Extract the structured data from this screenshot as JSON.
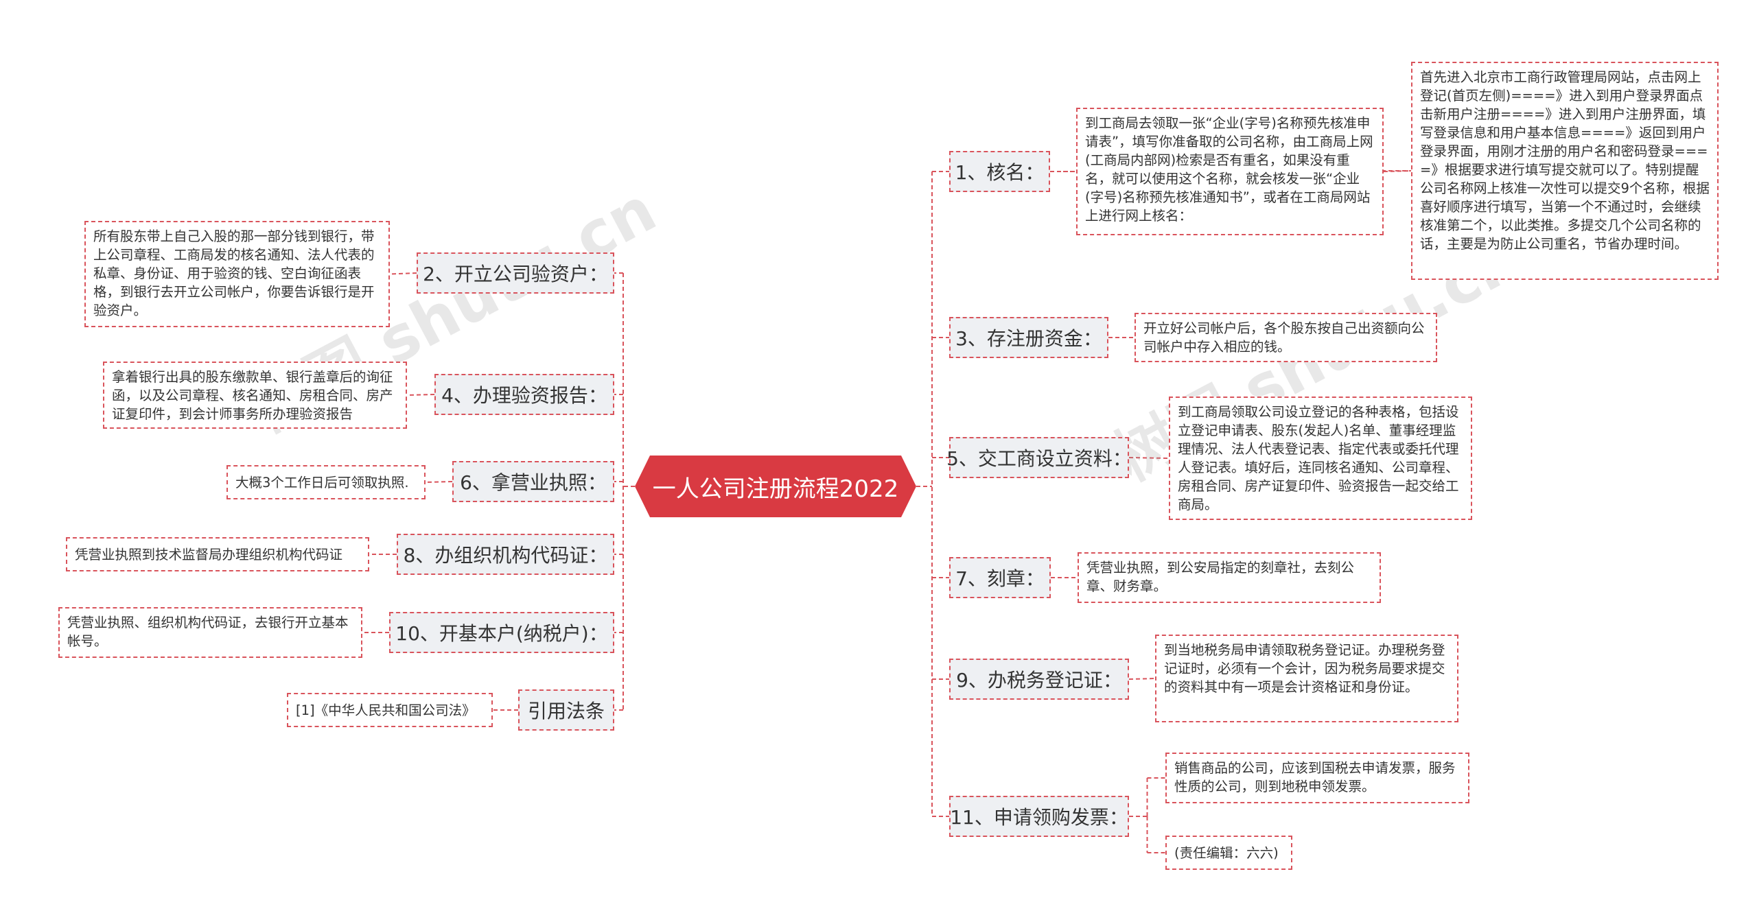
{
  "root": {
    "title": "一人公司注册流程2022"
  },
  "watermark": {
    "text": "树图 shutu.cn"
  },
  "colors": {
    "accent": "#d93a42",
    "branch_fill": "#eef0f3",
    "line": "#d9535b"
  },
  "right": [
    {
      "label": "1、核名：",
      "details": [
        "到工商局去领取一张“企业(字号)名称预先核准申请表”，填写你准备取的公司名称，由工商局上网(工商局内部网)检索是否有重名，如果没有重名，就可以使用这个名称，就会核发一张“企业(字号)名称预先核准通知书”，或者在工商局网站上进行网上核名：",
        "首先进入北京市工商行政管理局网站，点击网上登记(首页左侧)====》进入到用户登录界面点击新用户注册====》进入到用户注册界面，填写登录信息和用户基本信息====》返回到用户登录界面，用刚才注册的用户名和密码登录====》根据要求进行填写提交就可以了。特别提醒公司名称网上核准一次性可以提交9个名称，根据喜好顺序进行填写，当第一个不通过时，会继续核准第二个，以此类推。多提交几个公司名称的话，主要是为防止公司重名，节省办理时间。"
      ]
    },
    {
      "label": "3、存注册资金：",
      "details": [
        "开立好公司帐户后，各个股东按自己出资额向公司帐户中存入相应的钱。"
      ]
    },
    {
      "label": "5、交工商设立资料：",
      "details": [
        "到工商局领取公司设立登记的各种表格，包括设立登记申请表、股东(发起人)名单、董事经理监理情况、法人代表登记表、指定代表或委托代理人登记表。填好后，连同核名通知、公司章程、房租合同、房产证复印件、验资报告一起交给工商局。"
      ]
    },
    {
      "label": "7、刻章：",
      "details": [
        "凭营业执照，到公安局指定的刻章社，去刻公章、财务章。"
      ]
    },
    {
      "label": "9、办税务登记证：",
      "details": [
        "到当地税务局申请领取税务登记证。办理税务登记证时，必须有一个会计，因为税务局要求提交的资料其中有一项是会计资格证和身份证。"
      ]
    },
    {
      "label": "11、申请领购发票：",
      "details": [
        "销售商品的公司，应该到国税去申请发票，服务性质的公司，则到地税申领发票。",
        "(责任编辑：六六)"
      ]
    }
  ],
  "left": [
    {
      "label": "2、开立公司验资户：",
      "details": [
        "所有股东带上自己入股的那一部分钱到银行，带上公司章程、工商局发的核名通知、法人代表的私章、身份证、用于验资的钱、空白询征函表格，到银行去开立公司帐户，你要告诉银行是开验资户。"
      ]
    },
    {
      "label": "4、办理验资报告：",
      "details": [
        "拿着银行出具的股东缴款单、银行盖章后的询征函，以及公司章程、核名通知、房租合同、房产证复印件，到会计师事务所办理验资报告"
      ]
    },
    {
      "label": "6、拿营业执照：",
      "details": [
        "大概3个工作日后可领取执照."
      ]
    },
    {
      "label": "8、办组织机构代码证：",
      "details": [
        "凭营业执照到技术监督局办理组织机构代码证"
      ]
    },
    {
      "label": "10、开基本户(纳税户)：",
      "details": [
        "凭营业执照、组织机构代码证，去银行开立基本帐号。"
      ]
    },
    {
      "label": "引用法条",
      "details": [
        "[1]《中华人民共和国公司法》"
      ]
    }
  ]
}
